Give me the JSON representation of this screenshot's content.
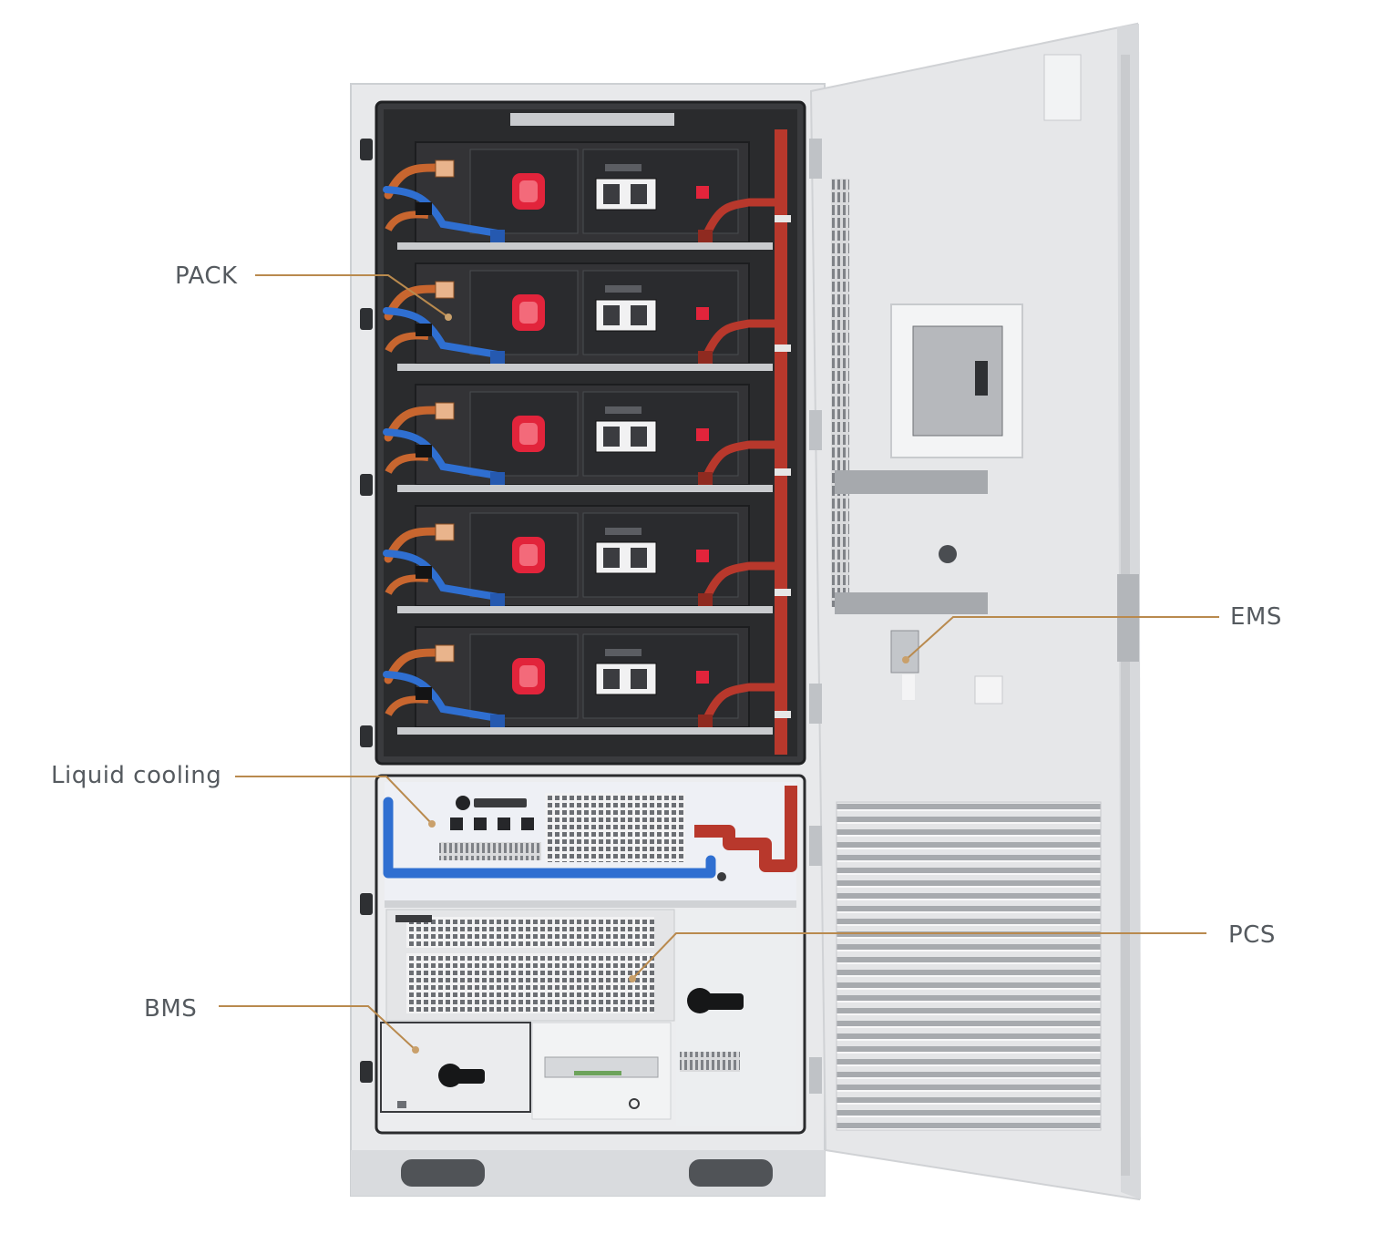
{
  "labels": {
    "pack": "PACK",
    "liquid_cooling": "Liquid cooling",
    "bms": "BMS",
    "ems": "EMS",
    "pcs": "PCS"
  },
  "colors": {
    "cabinet": "#e9eaec",
    "cabinet_edge": "#c9cbce",
    "interior": "#2b2b2d",
    "battery_module": "#333336",
    "breaker_red": "#e2243b",
    "coolant_red": "#b8382c",
    "coolant_blue": "#2f6fd1",
    "power_orange": "#c8662f",
    "leader_line": "#b98a4e",
    "label_text": "#555a5f"
  },
  "battery_modules": 5
}
